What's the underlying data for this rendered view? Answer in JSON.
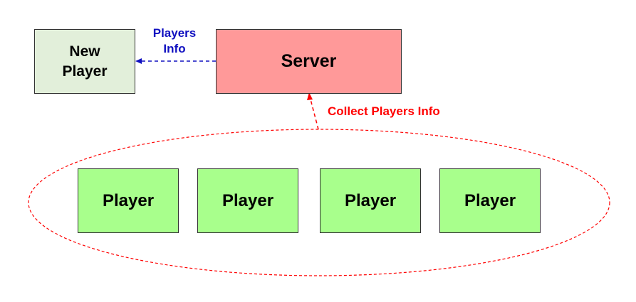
{
  "nodes": {
    "new_player": "New\nPlayer",
    "server": "Server",
    "players": [
      "Player",
      "Player",
      "Player",
      "Player"
    ]
  },
  "edges": {
    "players_info": "Players\nInfo",
    "collect_players_info": "Collect Players Info"
  },
  "colors": {
    "new_player_fill": "#e2efda",
    "server_fill": "#ff9999",
    "player_fill": "#a8ff8c",
    "players_info_arrow": "#1010c0",
    "collect_arrow": "#ff0000"
  }
}
